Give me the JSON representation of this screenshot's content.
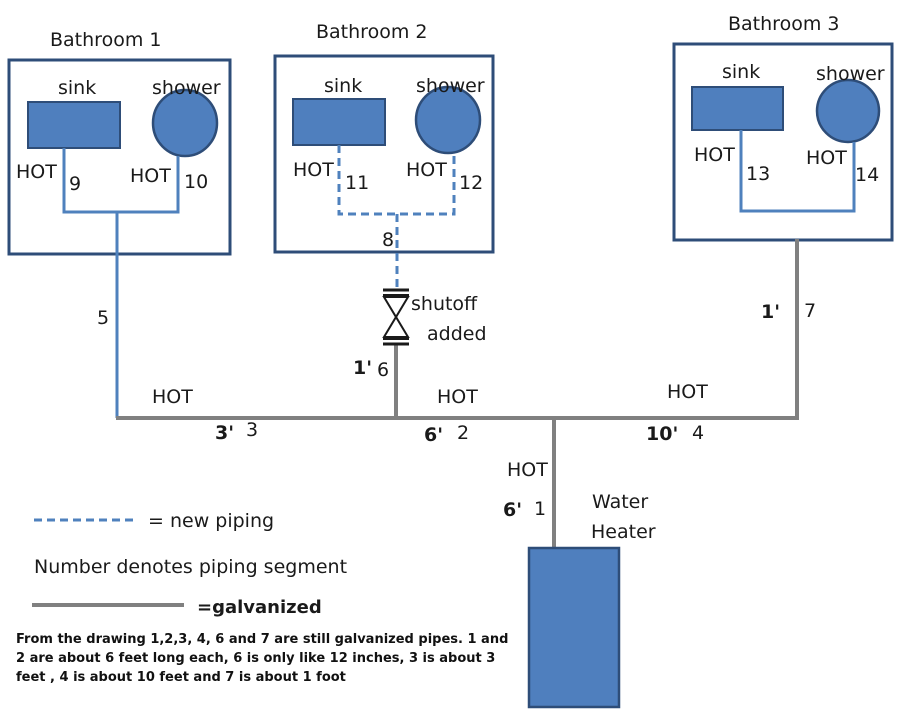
{
  "colors": {
    "box_border": "#2e4d78",
    "fixture_fill": "#4f7fbe",
    "fixture_border": "#2e4d78",
    "blue_pipe": "#4f81bd",
    "gray_pipe": "#808080"
  },
  "bathrooms": [
    {
      "title": "Bathroom 1",
      "sink": "sink",
      "shower": "shower",
      "hot_sink": "HOT",
      "hot_shower": "HOT",
      "seg_sink": "9",
      "seg_shower": "10"
    },
    {
      "title": "Bathroom 2",
      "sink": "sink",
      "shower": "shower",
      "hot_sink": "HOT",
      "hot_shower": "HOT",
      "seg_sink": "11",
      "seg_shower": "12",
      "seg_branch": "8"
    },
    {
      "title": "Bathroom 3",
      "sink": "sink",
      "shower": "shower",
      "hot_sink": "HOT",
      "hot_shower": "HOT",
      "seg_sink": "13",
      "seg_shower": "14"
    }
  ],
  "valve": {
    "line1": "shutoff",
    "line2": "added"
  },
  "segments": {
    "s1": {
      "num": "1",
      "len": "6'"
    },
    "s2": {
      "num": "2",
      "len": "6'"
    },
    "s3": {
      "num": "3",
      "len": "3'"
    },
    "s4": {
      "num": "4",
      "len": "10'"
    },
    "s5": {
      "num": "5"
    },
    "s6": {
      "num": "6",
      "len": "1'"
    },
    "s7": {
      "num": "7",
      "len": "1'"
    }
  },
  "hot_labels": {
    "left": "HOT",
    "middle": "HOT",
    "right": "HOT",
    "heater": "HOT"
  },
  "heater": {
    "line1": "Water",
    "line2": "Heater"
  },
  "legend": {
    "new_piping": "= new piping",
    "segment_note": "Number denotes piping segment",
    "galvanized": "=galvanized"
  },
  "note": "From the drawing 1,2,3, 4, 6 and 7 are still galvanized pipes. 1 and 2 are about 6 feet long each, 6 is only like 12 inches, 3 is about 3 feet , 4 is about 10 feet and 7 is about 1 foot"
}
